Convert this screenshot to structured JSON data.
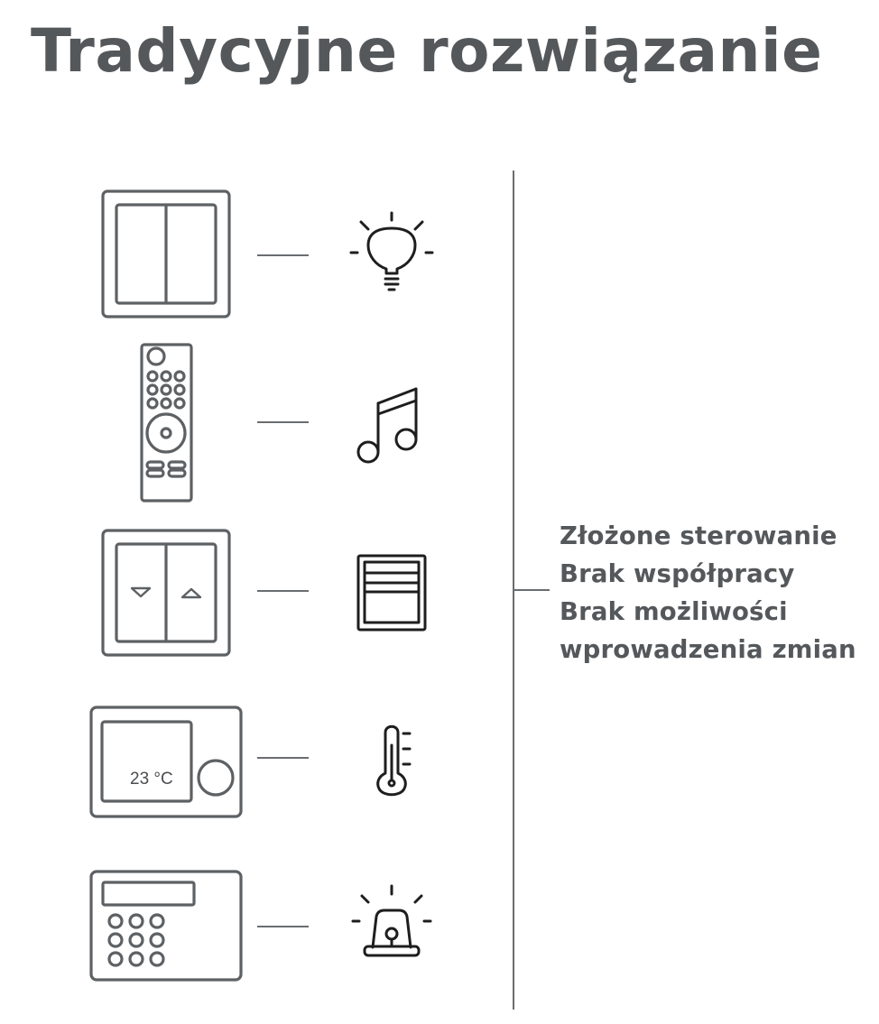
{
  "title": "Tradycyjne rozwiązanie",
  "rows": [
    {
      "device": "double-light-switch",
      "target": "light-bulb"
    },
    {
      "device": "remote-control",
      "target": "music-note"
    },
    {
      "device": "blinds-switch",
      "target": "window-blinds"
    },
    {
      "device": "thermostat",
      "target": "thermometer",
      "display_value": "23 °C"
    },
    {
      "device": "alarm-keypad",
      "target": "alarm-siren"
    }
  ],
  "summary": {
    "items": [
      "Złożone sterowanie",
      "Brak współpracy",
      "Brak możliwości",
      "wprowadzenia zmian"
    ]
  },
  "colors": {
    "text": "#55585b",
    "device_stroke": "#5e6164",
    "icon_stroke": "#1e1e1e",
    "background": "#ffffff"
  }
}
